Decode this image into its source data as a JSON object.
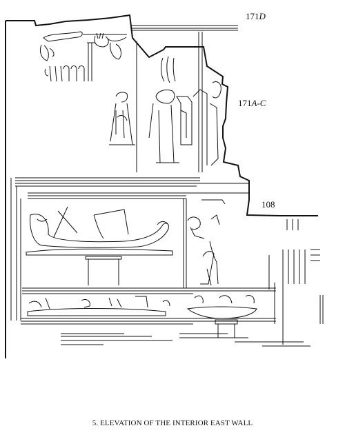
{
  "labels": {
    "ref_171d_num": "171",
    "ref_171d_letter": "D",
    "ref_171ac_num": "171",
    "ref_171ac_letters": "A-C",
    "ref_108": "108"
  },
  "caption": "5. ELEVATION OF THE INTERIOR EAST WALL",
  "colors": {
    "ink": "#111111",
    "background": "#ffffff"
  }
}
